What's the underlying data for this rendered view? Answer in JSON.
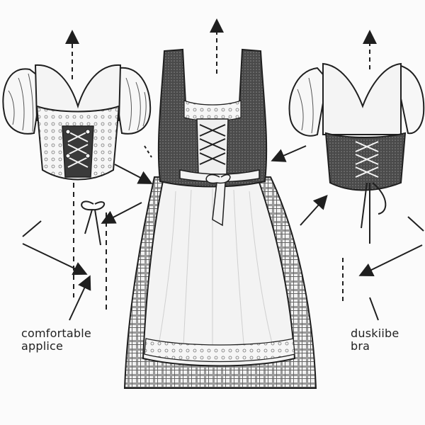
{
  "labels": {
    "left": {
      "line1": "comfortable",
      "line2": "applice"
    },
    "right": {
      "line1": "duskiibe",
      "line2": "bra"
    }
  },
  "colors": {
    "ink": "#1f1f1f",
    "bodice": "#3a3a3a",
    "bodice_light": "#6a6a6a",
    "paper": "#fbfbfb",
    "apron": "#f4f4f4",
    "plaid": "#8a8a8a"
  },
  "icons": [
    "arrow-up-icon",
    "arrow-diagonal-icon",
    "bow-icon"
  ]
}
